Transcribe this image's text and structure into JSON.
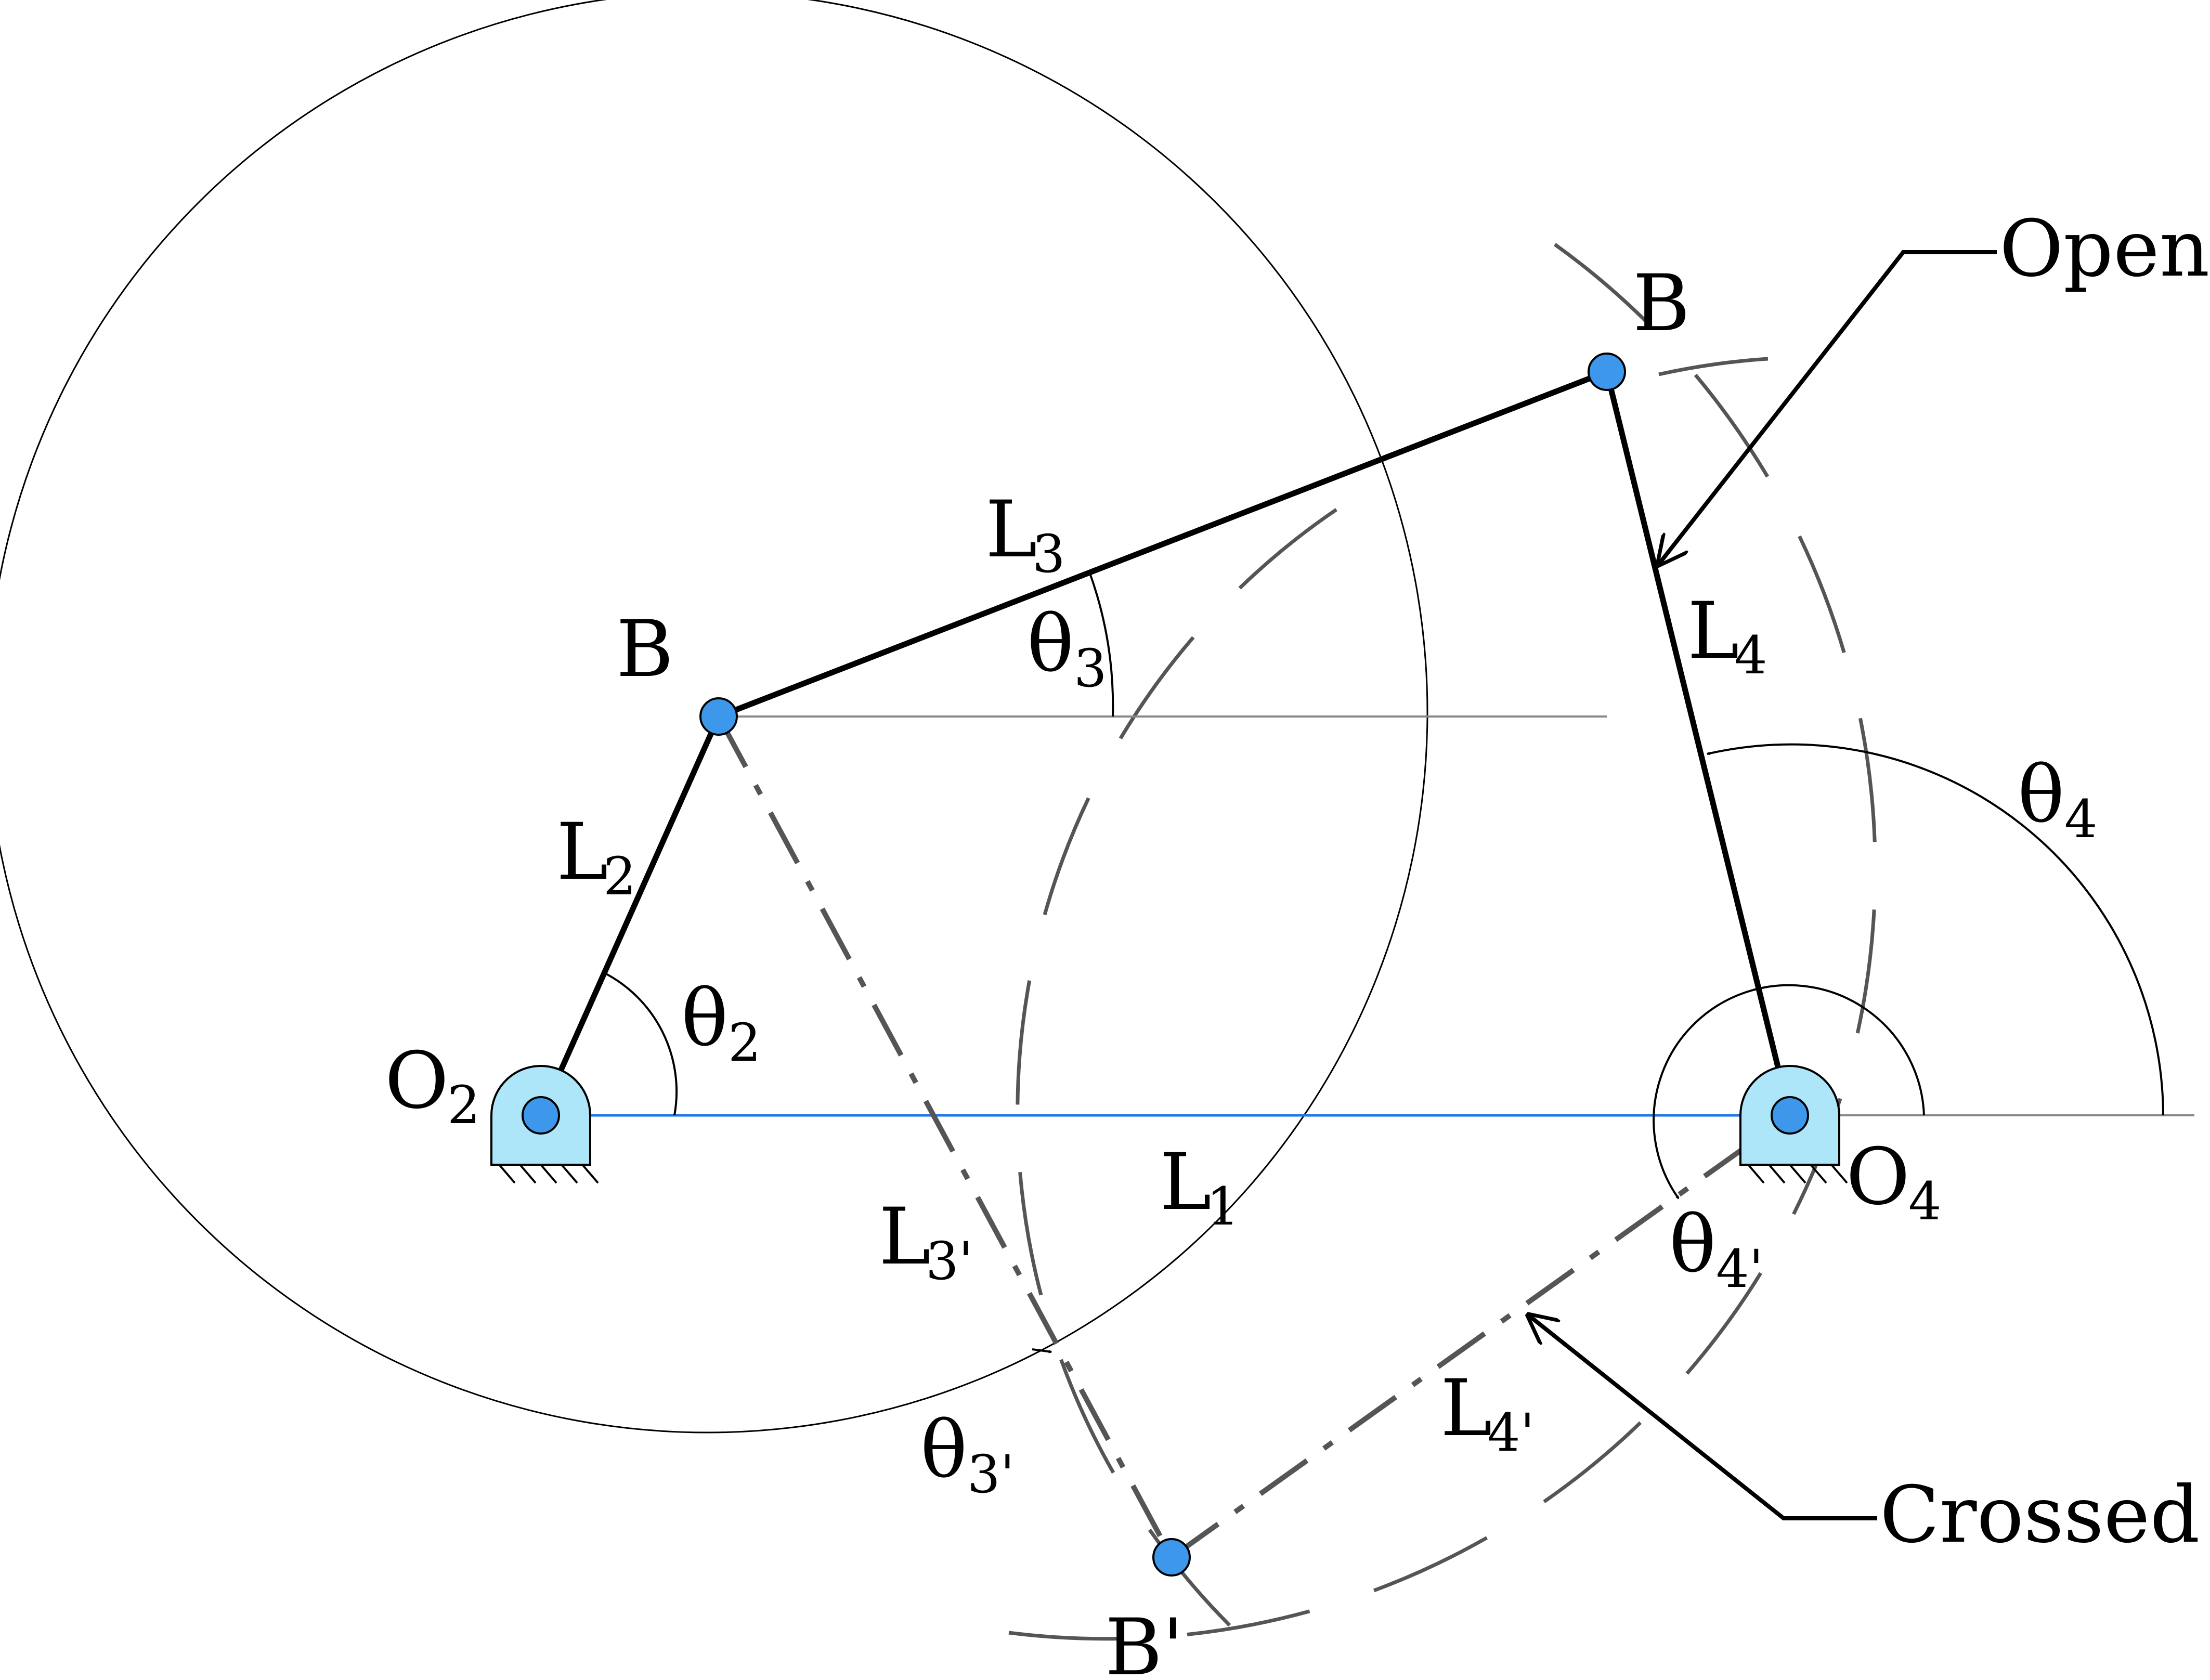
{
  "labels": {
    "b_top": "B",
    "b_mid": "B",
    "b_prime": "B'",
    "o2_main": "O",
    "o2_sub": "2",
    "o4_main": "O",
    "o4_sub": "4",
    "l1_main": "L",
    "l1_sub": "1",
    "l2_main": "L",
    "l2_sub": "2",
    "l3_main": "L",
    "l3_sub": "3",
    "l4_main": "L",
    "l4_sub": "4",
    "l3p_main": "L",
    "l3p_sub": "3'",
    "l4p_main": "L",
    "l4p_sub": "4'",
    "t2_main": "θ",
    "t2_sub": "2",
    "t3_main": "θ",
    "t3_sub": "3",
    "t4_main": "θ",
    "t4_sub": "4",
    "t3p_main": "θ",
    "t3p_sub": "3'",
    "t4p_main": "θ",
    "t4p_sub": "4'"
  },
  "callouts": {
    "open": "Open",
    "crossed": "Crossed"
  },
  "colors": {
    "joint_fill": "#3d97ea",
    "ground_fill": "#ade6f8",
    "ground_link": "#1f78e6",
    "link": "#000000",
    "construction": "#555555",
    "reference": "#888888"
  }
}
